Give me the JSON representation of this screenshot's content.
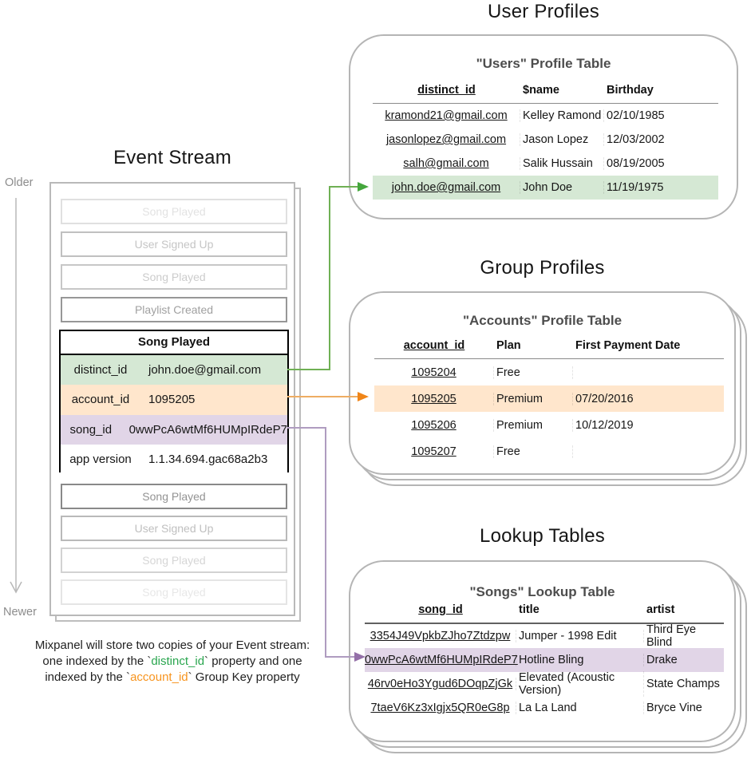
{
  "colors": {
    "green-fill": "#d5e8d4",
    "orange-fill": "#ffe6cc",
    "purple-fill": "#e1d5e7",
    "arrow-green": "#6fb054",
    "arrow-green-head": "#44a63c",
    "arrow-orange": "#eead63",
    "arrow-orange-head": "#f08518",
    "arrow-purple": "#af9cc0",
    "arrow-purple-head": "#9470a8",
    "caption-green": "#2aa64f",
    "caption-orange": "#f7941e"
  },
  "event_stream": {
    "title": "Event Stream",
    "older_label": "Older",
    "newer_label": "Newer",
    "events_before": [
      "Song Played",
      "User Signed Up",
      "Song Played",
      "Playlist Created"
    ],
    "expanded_event": {
      "title": "Song Played",
      "properties": [
        {
          "key": "distinct_id",
          "value": "john.doe@gmail.com"
        },
        {
          "key": "account_id",
          "value": "1095205"
        },
        {
          "key": "song_id",
          "value": "0wwPcA6wtMf6HUMpIRdeP7"
        },
        {
          "key": "app version",
          "value": "1.1.34.694.gac68a2b3"
        }
      ]
    },
    "events_after": [
      "Song Played",
      "User Signed Up",
      "Song Played",
      "Song Played"
    ],
    "caption": {
      "line1": "Mixpanel will store two copies of your Event stream:",
      "line2_pre": "one indexed by the `",
      "line2_key": "distinct_id",
      "line2_post": "` property and one",
      "line3_pre": "indexed by the `",
      "line3_key": "account_id",
      "line3_post": "` Group Key property"
    }
  },
  "user_profiles": {
    "section_title": "User Profiles",
    "table_title": "\"Users\" Profile Table",
    "columns": [
      "distinct_id",
      "$name",
      "Birthday"
    ],
    "rows": [
      [
        "kramond21@gmail.com",
        "Kelley Ramond",
        "02/10/1985"
      ],
      [
        "jasonlopez@gmail.com",
        "Jason Lopez",
        "12/03/2002"
      ],
      [
        "salh@gmail.com",
        "Salik Hussain",
        "08/19/2005"
      ],
      [
        "john.doe@gmail.com",
        "John Doe",
        "11/19/1975"
      ]
    ],
    "highlighted_row_index": 3
  },
  "group_profiles": {
    "section_title": "Group Profiles",
    "table_title": "\"Accounts\" Profile Table",
    "columns": [
      "account_id",
      "Plan",
      "First Payment Date"
    ],
    "rows": [
      [
        "1095204",
        "Free",
        ""
      ],
      [
        "1095205",
        "Premium",
        "07/20/2016"
      ],
      [
        "1095206",
        "Premium",
        "10/12/2019"
      ],
      [
        "1095207",
        "Free",
        ""
      ]
    ],
    "highlighted_row_index": 1
  },
  "lookup_tables": {
    "section_title": "Lookup Tables",
    "table_title": "\"Songs\" Lookup Table",
    "columns": [
      "song_id",
      "title",
      "artist"
    ],
    "rows": [
      [
        "3354J49VpkbZJho7Ztdzpw",
        "Jumper - 1998 Edit",
        "Third Eye Blind"
      ],
      [
        "0wwPcA6wtMf6HUMpIRdeP7",
        "Hotline Bling",
        "Drake"
      ],
      [
        "46rv0eHo3Ygud6DOqpZjGk",
        "Elevated (Acoustic Version)",
        "State Champs"
      ],
      [
        "7taeV6Kz3xIgjx5QR0eG8p",
        "La La Land",
        "Bryce Vine"
      ]
    ],
    "highlighted_row_index": 1
  }
}
